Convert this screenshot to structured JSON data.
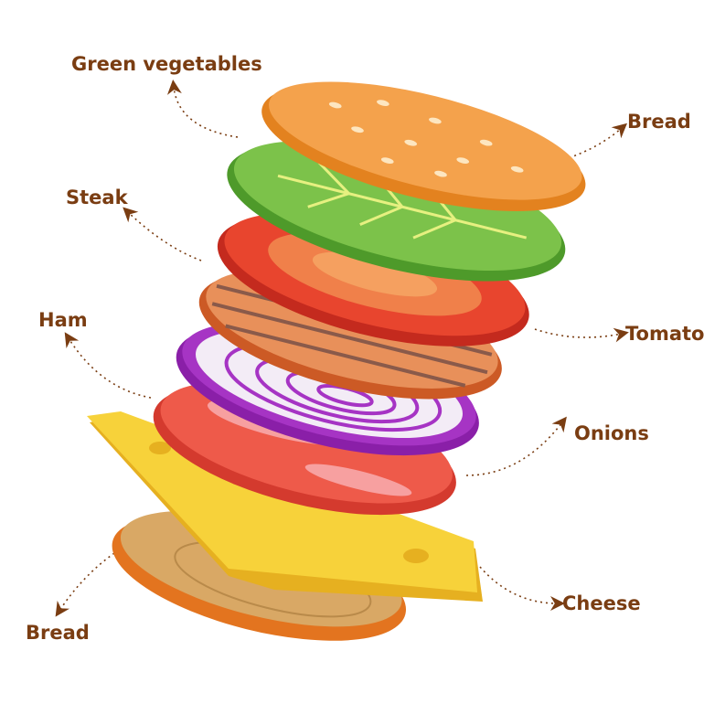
{
  "labels": {
    "green_vegetables": "Green vegetables",
    "bread_top": "Bread",
    "steak": "Steak",
    "tomato": "Tomato",
    "ham": "Ham",
    "onions": "Onions",
    "cheese": "Cheese",
    "bread_bottom": "Bread"
  },
  "colors": {
    "label": "#7a3d12",
    "bread": "#f4a24c",
    "lettuce": "#7cc24a",
    "tomato": "#e8452e",
    "steak": "#e07b43",
    "onion": "#a634c4",
    "ham": "#e8574a",
    "cheese": "#f7d23a"
  }
}
